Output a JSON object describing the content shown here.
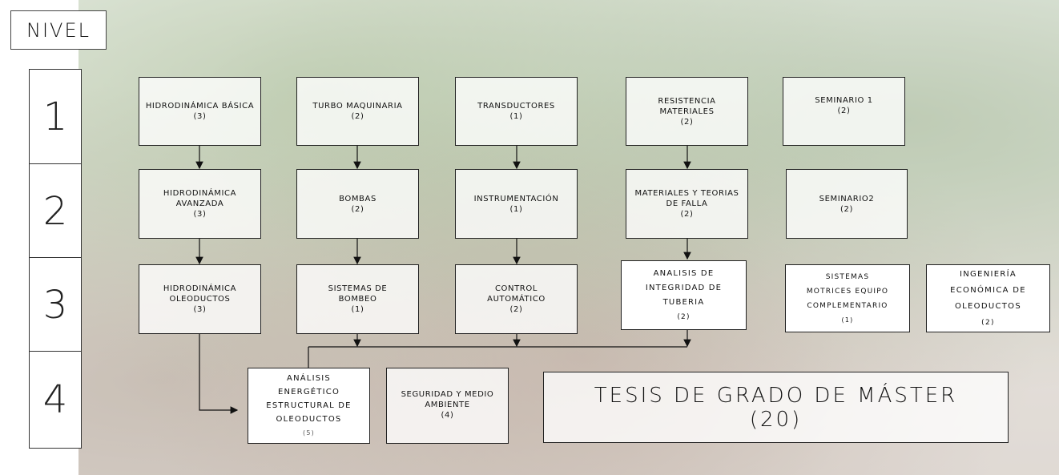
{
  "header": {
    "nivel_label": "NIVEL"
  },
  "levels": [
    "1",
    "2",
    "3",
    "4"
  ],
  "nodes": {
    "hidro_basica": {
      "title": "HIDRODINÁMICA BÁSICA",
      "credit": "(3)"
    },
    "turbo": {
      "title": "TURBO MAQUINARIA",
      "credit": "(2)"
    },
    "transductores": {
      "title": "TRANSDUCTORES",
      "credit": "(1)"
    },
    "resistencia": {
      "title": "RESISTENCIA MATERIALES",
      "credit": "(2)"
    },
    "seminario1": {
      "title": "SEMINARIO 1",
      "credit": "(2)"
    },
    "hidro_avanzada": {
      "title": "HIDRODINÁMICA AVANZADA",
      "credit": "(3)"
    },
    "bombas": {
      "title": "BOMBAS",
      "credit": "(2)"
    },
    "instrumentacion": {
      "title": "INSTRUMENTACIÓN",
      "credit": "(1)"
    },
    "materiales_falla": {
      "title": "MATERIALES Y TEORIAS DE FALLA",
      "credit": "(2)"
    },
    "seminario2": {
      "title": "SEMINARIO2",
      "credit": "(2)"
    },
    "hidro_oleoductos": {
      "title": "HIDRODINÁMICA OLEODUCTOS",
      "credit": "(3)"
    },
    "sistemas_bombeo": {
      "title": "SISTEMAS DE BOMBEO",
      "credit": "(1)"
    },
    "control": {
      "title": "CONTROL AUTOMÁTICO",
      "credit": "(2)"
    },
    "integridad": {
      "title": "ANALISIS DE INTEGRIDAD DE TUBERIA",
      "credit": "(2)"
    },
    "sistemas_motrices": {
      "title": "SISTEMAS MOTRICES EQUIPO COMPLEMENTARIO",
      "credit": "(1)"
    },
    "ingenieria_economica": {
      "title": "INGENIERÍA ECONÓMICA DE OLEODUCTOS",
      "credit": "(2)"
    },
    "analisis_energetico": {
      "title": "ANÁLISIS ENERGÉTICO ESTRUCTURAL DE OLEODUCTOS",
      "credit": "(5)"
    },
    "seguridad": {
      "title": "SEGURIDAD Y MEDIO AMBIENTE",
      "credit": "(4)"
    },
    "tesis": {
      "title": "TESIS DE GRADO DE MÁSTER",
      "credit": "(20)"
    }
  }
}
